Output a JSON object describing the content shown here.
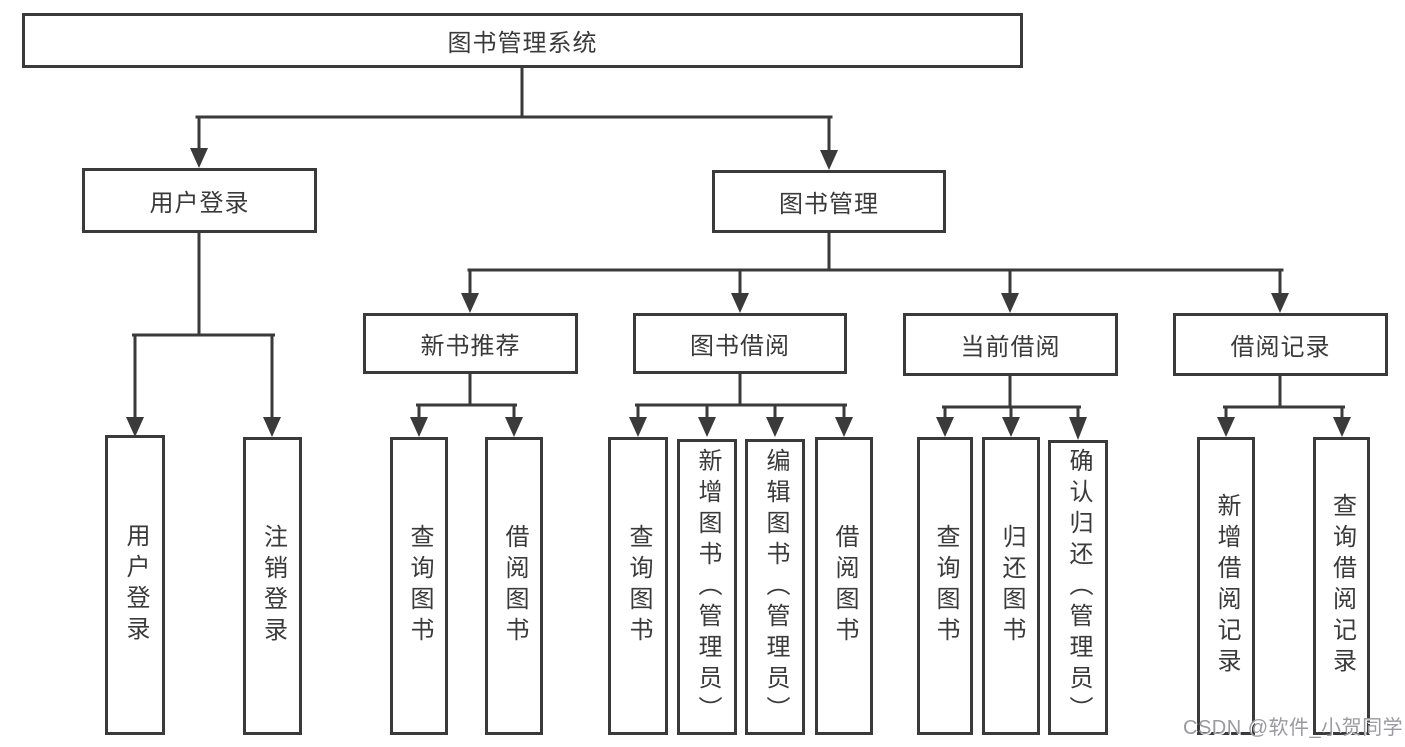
{
  "diagram": {
    "root": {
      "label": "图书管理系统"
    },
    "branches": [
      {
        "label": "用户登录",
        "children": [
          "用户登录",
          "注销登录"
        ]
      },
      {
        "label": "图书管理",
        "groups": [
          {
            "label": "新书推荐",
            "children": [
              "查询图书",
              "借阅图书"
            ]
          },
          {
            "label": "图书借阅",
            "children": [
              "查询图书",
              "新增图书（管理员）",
              "编辑图书（管理员）",
              "借阅图书"
            ]
          },
          {
            "label": "当前借阅",
            "children": [
              "查询图书",
              "归还图书",
              "确认归还（管理员）"
            ]
          },
          {
            "label": "借阅记录",
            "children": [
              "新增借阅记录",
              "查询借阅记录"
            ]
          }
        ]
      }
    ]
  },
  "watermark": "CSDN @软件_小贺同学",
  "colors": {
    "line": "#3a3a3a",
    "text": "#3a3a3a",
    "background": "#ffffff",
    "watermark": "#9a9aa0"
  }
}
